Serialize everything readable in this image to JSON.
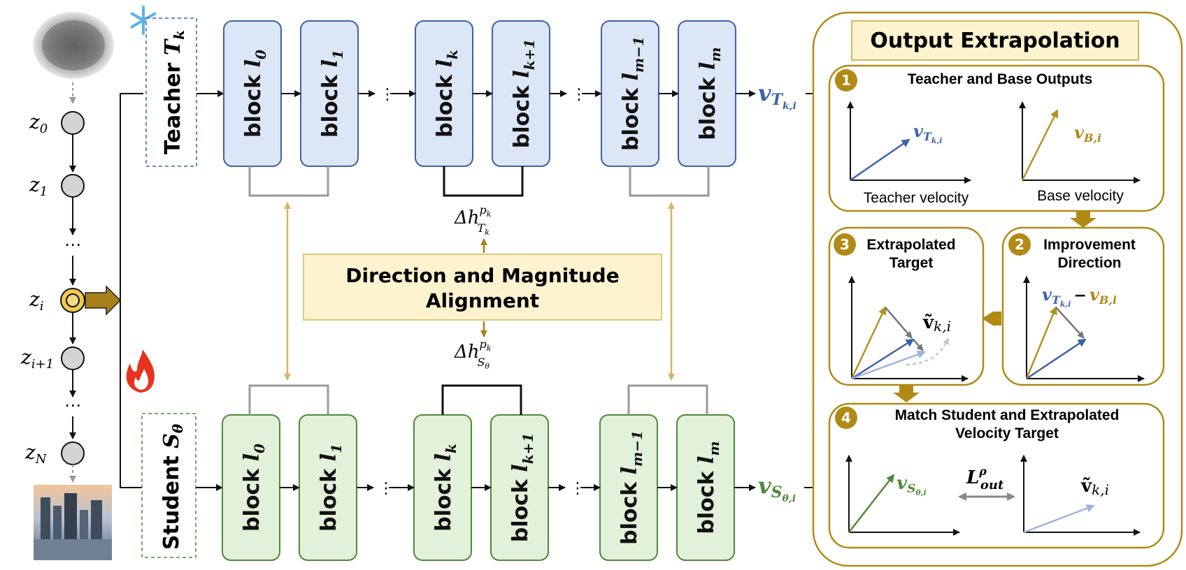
{
  "latents": {
    "z0": "z",
    "z0_sub": "0",
    "z1": "z",
    "z1_sub": "1",
    "dots_a": "⋯",
    "zi": "z",
    "zi_sub": "i",
    "zi1": "z",
    "zi1_sub": "i+1",
    "dots_b": "⋯",
    "zN": "z",
    "zN_sub": "N"
  },
  "teacher": {
    "label": "Teacher",
    "sym": "T",
    "sub": "k",
    "blocks": [
      {
        "word": "block",
        "l": "l",
        "sub": "0"
      },
      {
        "word": "block",
        "l": "l",
        "sub": "1"
      },
      {
        "word": "block",
        "l": "l",
        "sub": "k"
      },
      {
        "word": "block",
        "l": "l",
        "sub": "k+1"
      },
      {
        "word": "block",
        "l": "l",
        "sub": "m−1"
      },
      {
        "word": "block",
        "l": "l",
        "sub": "m"
      }
    ],
    "output": "v",
    "output_sub": "T",
    "output_subsub": "k,i"
  },
  "student": {
    "label": "Student",
    "sym": "S",
    "sub": "θ",
    "blocks": [
      {
        "word": "block",
        "l": "l",
        "sub": "0"
      },
      {
        "word": "block",
        "l": "l",
        "sub": "1"
      },
      {
        "word": "block",
        "l": "l",
        "sub": "k"
      },
      {
        "word": "block",
        "l": "l",
        "sub": "k+1"
      },
      {
        "word": "block",
        "l": "l",
        "sub": "m−1"
      },
      {
        "word": "block",
        "l": "l",
        "sub": "m"
      }
    ],
    "output": "v",
    "output_sub": "S",
    "output_subsub": "θ,i"
  },
  "chain_dots": "⋮",
  "alignment": {
    "title_line1": "Direction and Magnitude",
    "title_line2": "Alignment",
    "delta_t": "Δh",
    "delta_t_sup": "p",
    "delta_t_supsub": "k",
    "delta_t_sub": "T",
    "delta_t_subsub": "k",
    "delta_s": "Δh",
    "delta_s_sup": "p",
    "delta_s_supsub": "k",
    "delta_s_sub": "S",
    "delta_s_subsub": "θ"
  },
  "extrapolation": {
    "title": "Output Extrapolation",
    "step1": {
      "num": "1",
      "title": "Teacher and Base Outputs",
      "teacher_caption": "Teacher velocity",
      "base_caption": "Base velocity",
      "vt": "v",
      "vt_sub": "T",
      "vt_subsub": "k,i",
      "vb": "v",
      "vb_sub": "B,i"
    },
    "step2": {
      "num": "2",
      "title_line1": "Improvement",
      "title_line2": "Direction",
      "vt": "v",
      "vt_sub": "T",
      "vt_subsub": "k,i",
      "minus": "−",
      "vb": "v",
      "vb_sub": "B,i"
    },
    "step3": {
      "num": "3",
      "title_line1": "Extrapolated",
      "title_line2": "Target",
      "target": "ṽ",
      "target_sub": "k,i"
    },
    "step4": {
      "num": "4",
      "title_line1": "Match Student and Extrapolated",
      "title_line2": "Velocity Target",
      "vs": "v",
      "vs_sub": "S",
      "vs_subsub": "θ,i",
      "loss": "L",
      "loss_sup": "ρ",
      "loss_sub": "out",
      "target": "ṽ",
      "target_sub": "k,i"
    }
  },
  "colors": {
    "teacher_blue": "#3d62a8",
    "student_green": "#4e8a3b",
    "gold": "#b18a16",
    "light_gold": "#e0c87a",
    "panel_fill": "#fdf3cf"
  },
  "icons": [
    "snowflake-icon",
    "fire-icon",
    "noise-image",
    "generated-city-image"
  ]
}
